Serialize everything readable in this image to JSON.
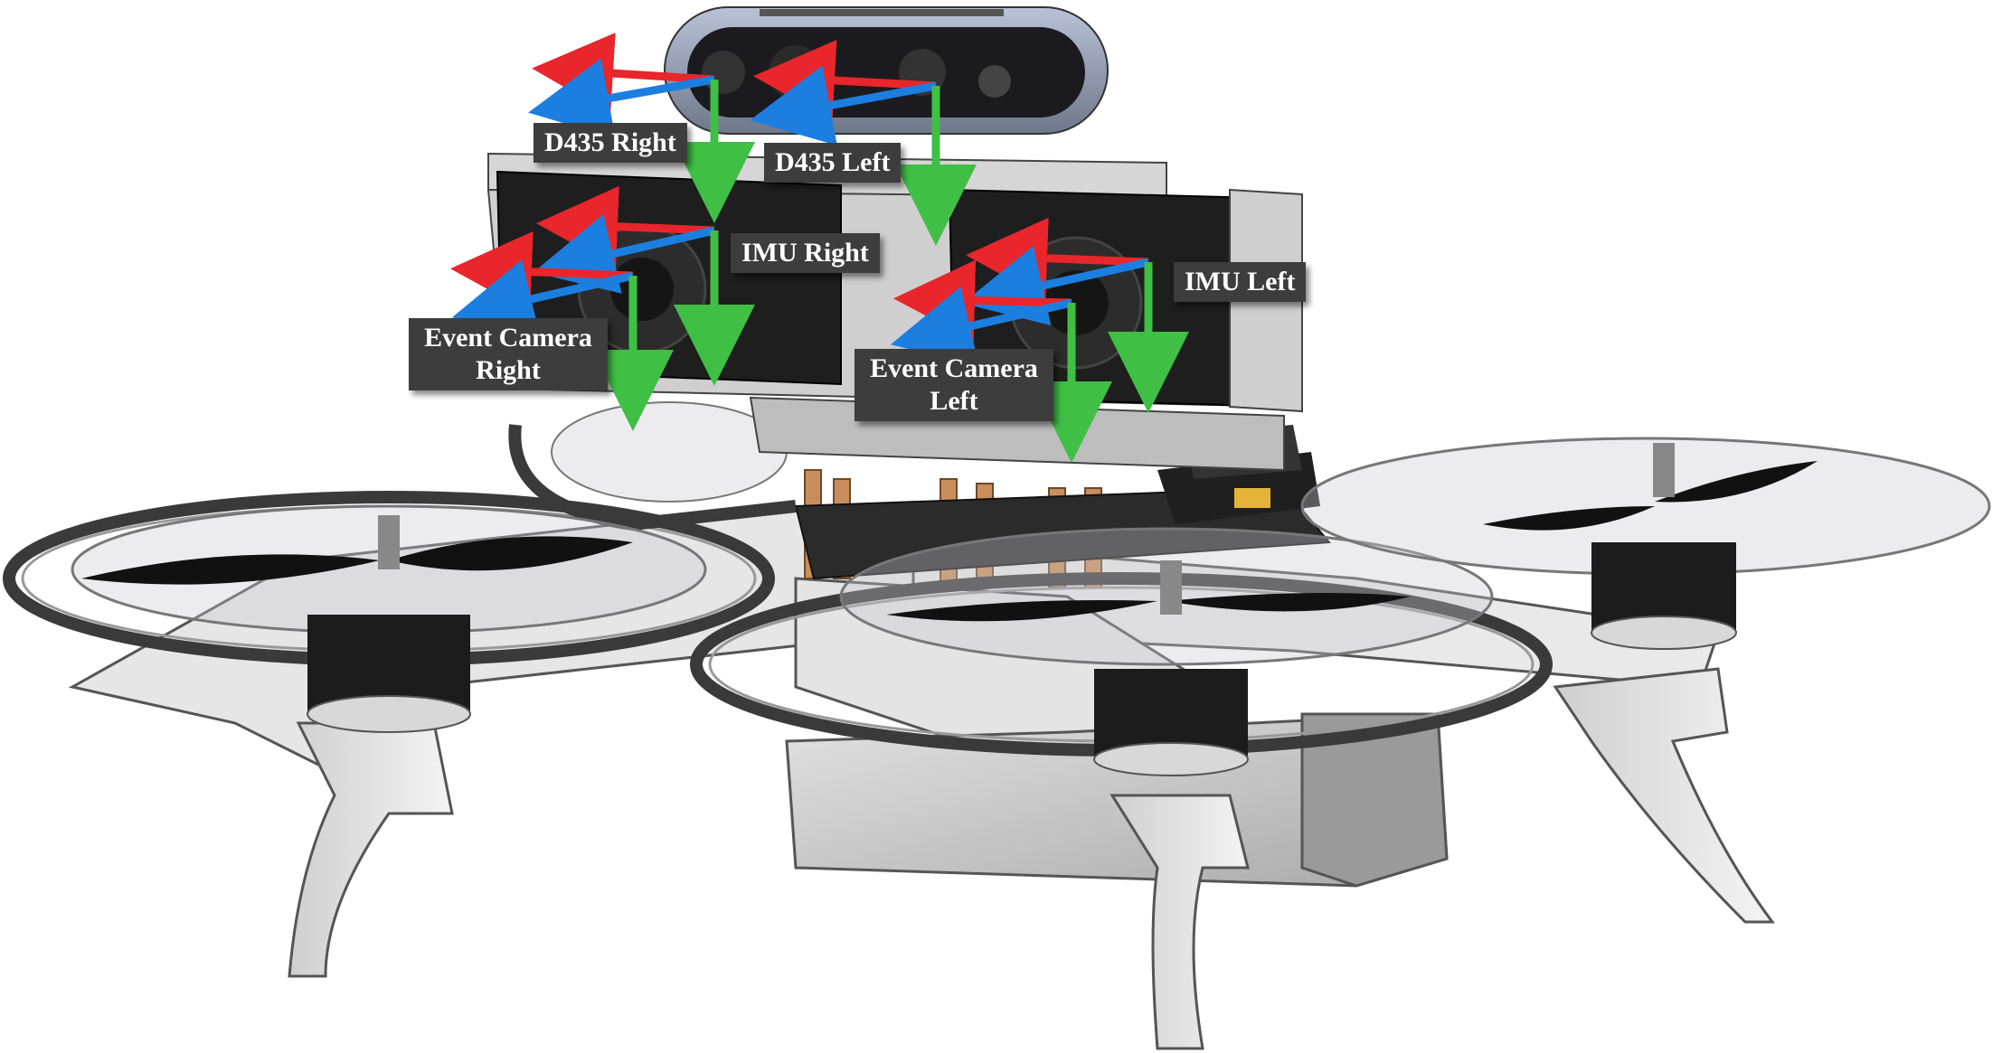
{
  "diagram": {
    "labels": {
      "d435_right": "D435 Right",
      "d435_left": "D435 Left",
      "imu_right": "IMU Right",
      "imu_left": "IMU Left",
      "event_camera_right_line1": "Event Camera",
      "event_camera_right_line2": "Right",
      "event_camera_left_line1": "Event Camera",
      "event_camera_left_line2": "Left"
    },
    "axis_colors": {
      "x_axis": "#e8262b",
      "y_axis": "#1c7fe0",
      "z_axis": "#3fbf43"
    }
  }
}
